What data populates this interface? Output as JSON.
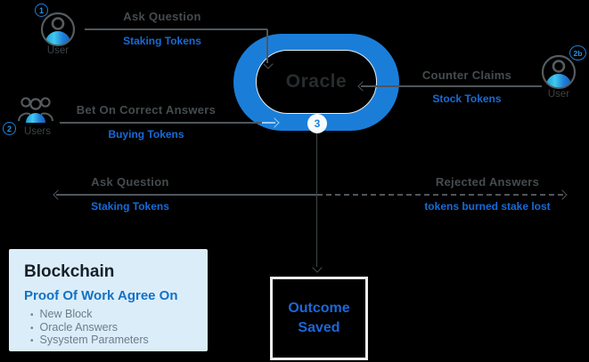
{
  "colors": {
    "background": "#000000",
    "ring_blue": "#1a7ed9",
    "label_blue": "#176bd8",
    "label_gray": "#454c4f",
    "panel_bg": "#dcedfa",
    "outcome_border": "#ececec"
  },
  "actors": {
    "user1": {
      "badge": "1",
      "label": "User"
    },
    "users2": {
      "badge": "2",
      "label": "Users"
    },
    "user2b": {
      "badge": "2b",
      "label": "User"
    }
  },
  "oracle": {
    "label": "Oracle",
    "badge": "3"
  },
  "edges": {
    "ask_question_top": {
      "title": "Ask Question",
      "subtitle": "Staking Tokens"
    },
    "bet_on_correct": {
      "title": "Bet On Correct Answers",
      "subtitle": "Buying Tokens"
    },
    "counter_claims": {
      "title": "Counter Claims",
      "subtitle": "Stock Tokens"
    },
    "ask_question_mid": {
      "title": "Ask Question",
      "subtitle": "Staking Tokens"
    },
    "rejected_answers": {
      "title": "Rejected Answers",
      "subtitle": "tokens burned stake lost"
    }
  },
  "blockchain_panel": {
    "title": "Blockchain",
    "subtitle": "Proof Of Work Agree On",
    "items": [
      "New Block",
      "Oracle Answers",
      "Sysystem Parameters"
    ]
  },
  "outcome_box": {
    "line1": "Outcome",
    "line2": "Saved"
  }
}
